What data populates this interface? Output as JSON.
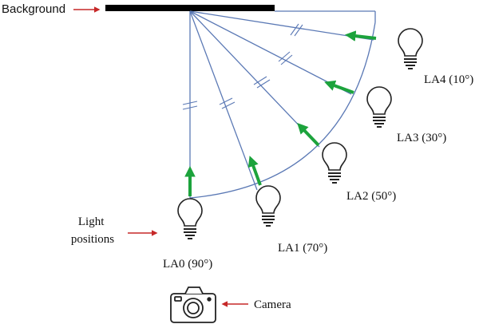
{
  "labels": {
    "background": "Background",
    "light_positions_line1": "Light",
    "light_positions_line2": "positions",
    "camera": "Camera"
  },
  "lights": [
    {
      "id": "LA0",
      "label": "LA0 (90°)",
      "angle_deg": 90
    },
    {
      "id": "LA1",
      "label": "LA1 (70°)",
      "angle_deg": 70
    },
    {
      "id": "LA2",
      "label": "LA2 (50°)",
      "angle_deg": 50
    },
    {
      "id": "LA3",
      "label": "LA3 (30°)",
      "angle_deg": 30
    },
    {
      "id": "LA4",
      "label": "LA4 (10°)",
      "angle_deg": 10
    }
  ],
  "colors": {
    "ray": "#5b79b5",
    "light_arrow": "#1ca33c",
    "pointer_arrow": "#c62828",
    "background_bar": "#000000",
    "outline": "#222222"
  },
  "icons": {
    "bulb": "light-bulb-icon",
    "camera": "camera-icon"
  }
}
